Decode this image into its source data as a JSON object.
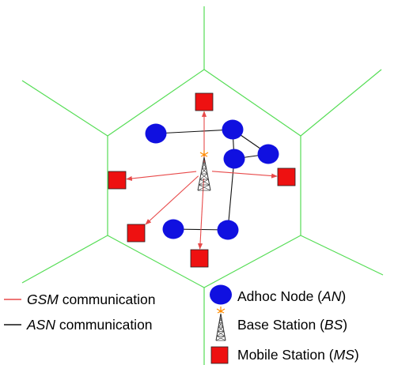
{
  "colors": {
    "cell_border": "#55dd55",
    "gsm_link": "#e84a4a",
    "asn_link": "#111111",
    "adhoc_node": "#1010e0",
    "mobile_station": "#ee1111",
    "tower": "#333333",
    "antenna_spark": "#ff8c00"
  },
  "nodes": {
    "base_station": {
      "id": "BS"
    },
    "adhoc": [
      {
        "id": "AN1"
      },
      {
        "id": "AN2"
      },
      {
        "id": "AN3"
      },
      {
        "id": "AN4"
      },
      {
        "id": "AN5"
      },
      {
        "id": "AN6"
      }
    ],
    "mobile": [
      {
        "id": "MS1"
      },
      {
        "id": "MS2"
      },
      {
        "id": "MS3"
      },
      {
        "id": "MS4"
      },
      {
        "id": "MS5"
      }
    ]
  },
  "edges": {
    "gsm": [
      {
        "from": "BS",
        "to": "MS1"
      },
      {
        "from": "BS",
        "to": "MS2"
      },
      {
        "from": "BS",
        "to": "MS3"
      },
      {
        "from": "BS",
        "to": "MS4"
      },
      {
        "from": "BS",
        "to": "MS5"
      }
    ],
    "asn": [
      {
        "from": "AN1",
        "to": "AN2"
      },
      {
        "from": "AN2",
        "to": "AN3"
      },
      {
        "from": "AN2",
        "to": "AN4"
      },
      {
        "from": "AN3",
        "to": "AN4"
      },
      {
        "from": "AN4",
        "to": "AN6"
      },
      {
        "from": "AN5",
        "to": "AN6"
      }
    ]
  },
  "legend": {
    "gsm": {
      "prefix": "",
      "term": "GSM",
      "suffix": " communication"
    },
    "asn": {
      "prefix": "",
      "term": "ASN",
      "suffix": " communication"
    },
    "adhoc": {
      "prefix": "Adhoc Node (",
      "term": "AN",
      "suffix": ")"
    },
    "base": {
      "prefix": "Base Station (",
      "term": "BS",
      "suffix": ")"
    },
    "mobile": {
      "prefix": "Mobile Station (",
      "term": "MS",
      "suffix": ")"
    }
  }
}
